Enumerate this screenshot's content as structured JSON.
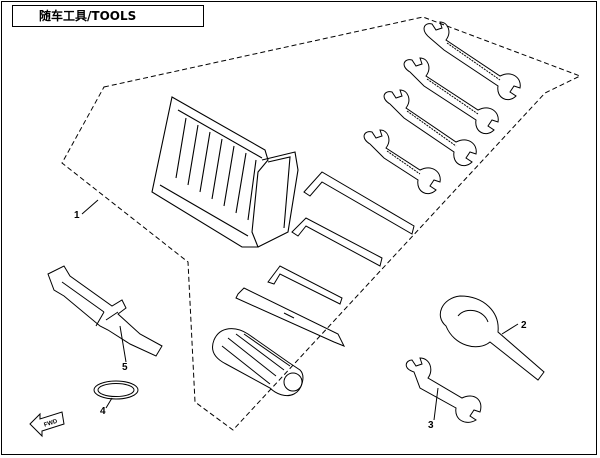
{
  "title": "随车工具/TOOLS",
  "callouts": {
    "c1": "1",
    "c2": "2",
    "c3": "3",
    "c4": "4",
    "c5": "5"
  },
  "fwd_label": "FWD"
}
